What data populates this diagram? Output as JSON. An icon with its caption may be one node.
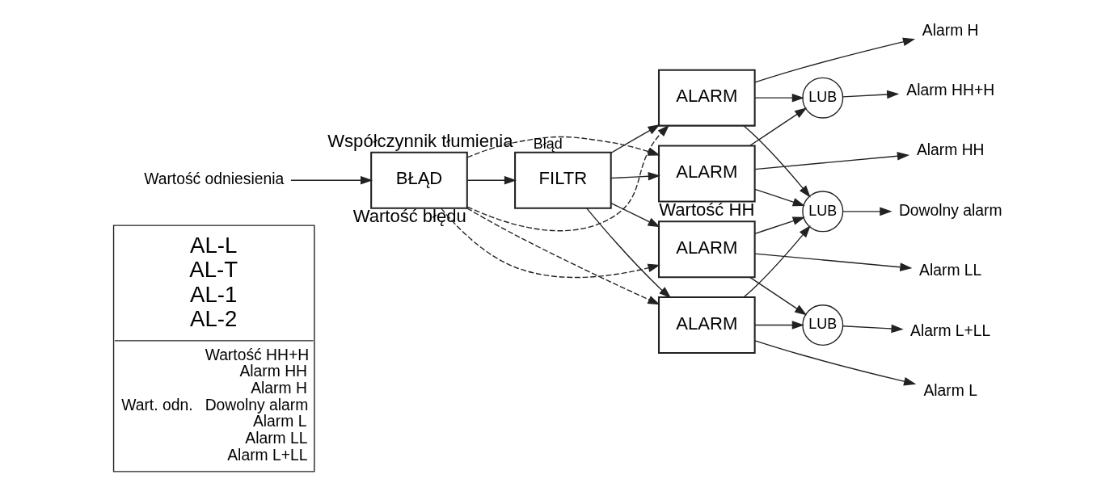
{
  "diagram": {
    "nodes": [
      {
        "text": [
          "AL-L",
          "AL-T",
          "AL-1",
          "AL-2",
          "Wart. odn.",
          "Wartość HH+H",
          "Alarm HH",
          "Alarm H",
          "Dowolny alarm",
          "Alarm L",
          "Alarm LL",
          "Alarm L+LL"
        ]
      },
      {
        "text": [
          "Wartość odniesienia"
        ]
      },
      {
        "text": [
          "BŁĄD"
        ],
        "beside": [
          "Wartość błędu"
        ]
      },
      {
        "text": [
          "FILTR"
        ],
        "beside": [
          "Współczynnik tłumienia"
        ]
      },
      {
        "text": [
          "ALARM"
        ],
        "beside": [
          "Wartość HH"
        ]
      },
      {
        "text": [
          "ALARM"
        ]
      },
      {
        "text": [
          "ALARM"
        ]
      },
      {
        "text": [
          "ALARM"
        ]
      },
      {
        "text": [
          "LUB"
        ]
      },
      {
        "text": [
          "LUB"
        ]
      },
      {
        "text": [
          "LUB"
        ]
      },
      {
        "text": [
          "Alarm HH"
        ]
      },
      {
        "text": [
          "Alarm HH+H"
        ]
      },
      {
        "text": [
          "Alarm H"
        ]
      },
      {
        "text": [
          "Dowolny alarm"
        ]
      },
      {
        "text": [
          "Alarm L"
        ]
      },
      {
        "text": [
          "Alarm L+LL"
        ]
      },
      {
        "text": [
          "Alarm LL"
        ]
      }
    ],
    "edges": [
      {
        "from": 1,
        "to": 2,
        "arrow": "to"
      },
      {
        "from": 2,
        "to": 3,
        "arrow": "to"
      },
      {
        "from": 3,
        "to": 4,
        "arrow": "to"
      },
      {
        "from": 3,
        "to": 5,
        "arrow": "to"
      },
      {
        "from": 3,
        "to": 6,
        "arrow": "to"
      },
      {
        "from": 3,
        "to": 7,
        "arrow": "to"
      },
      {
        "from": 2,
        "to": 4,
        "arrow": "to",
        "style": "dashed",
        "label": "Błąd"
      },
      {
        "from": 2,
        "to": 5,
        "arrow": "to",
        "style": "dashed"
      },
      {
        "from": 2,
        "to": 6,
        "arrow": "to",
        "style": "dashed"
      },
      {
        "from": 2,
        "to": 7,
        "arrow": "to",
        "style": "dashed"
      },
      {
        "from": 4,
        "to": 11,
        "arrow": "to"
      },
      {
        "from": 4,
        "to": 8,
        "arrow": "to"
      },
      {
        "from": 4,
        "to": 9,
        "arrow": "to"
      },
      {
        "from": 5,
        "to": 13,
        "arrow": "to"
      },
      {
        "from": 5,
        "to": 8,
        "arrow": "to"
      },
      {
        "from": 5,
        "to": 9,
        "arrow": "to"
      },
      {
        "from": 6,
        "to": 15,
        "arrow": "to"
      },
      {
        "from": 6,
        "to": 9,
        "arrow": "to"
      },
      {
        "from": 6,
        "to": 10,
        "arrow": "to"
      },
      {
        "from": 7,
        "to": 17,
        "arrow": "to"
      },
      {
        "from": 7,
        "to": 10,
        "arrow": "to"
      },
      {
        "from": 7,
        "to": 9,
        "arrow": "to"
      },
      {
        "from": 8,
        "to": 12,
        "arrow": "to"
      },
      {
        "from": 9,
        "to": 14,
        "arrow": "to"
      },
      {
        "from": 10,
        "to": 16,
        "arrow": "to"
      }
    ]
  }
}
